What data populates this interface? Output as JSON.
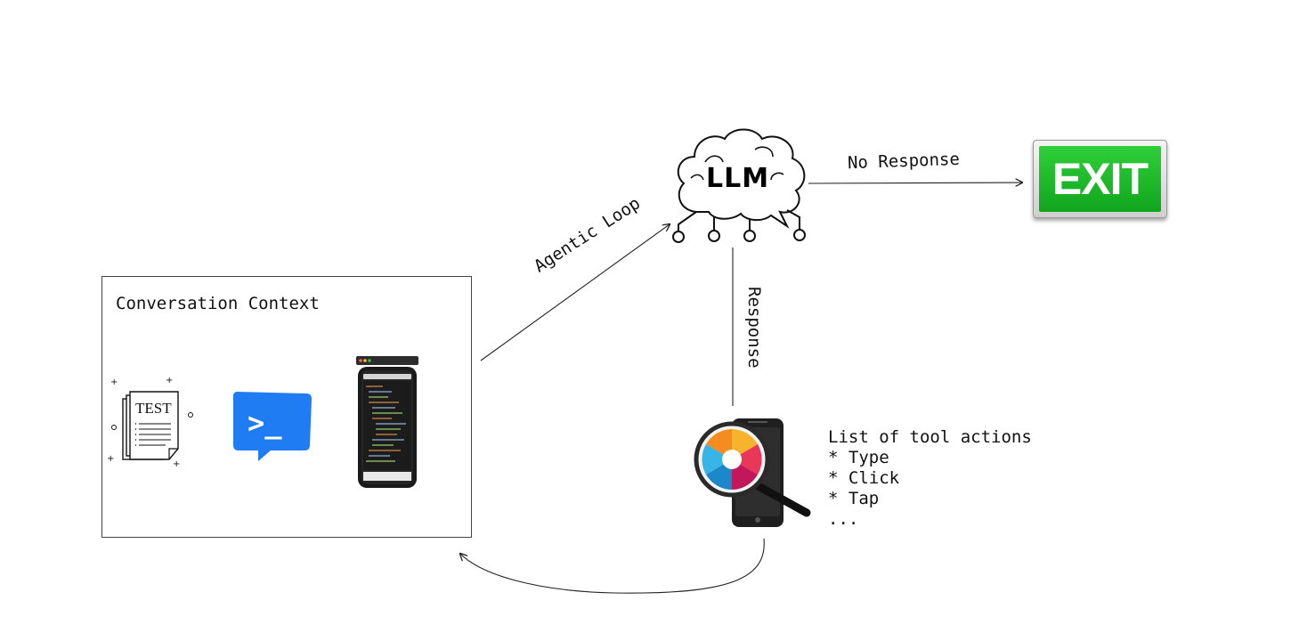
{
  "diagram": {
    "llm": {
      "label": "LLM"
    },
    "exit": {
      "label": "EXIT"
    },
    "edges": {
      "no_response": "No Response",
      "agentic_loop": "Agentic Loop",
      "response": "Response"
    },
    "context": {
      "title": "Conversation Context",
      "test_doc_label": "TEST",
      "terminal_prompt": ">_"
    },
    "tools": {
      "heading": "List of tool actions",
      "items": [
        "* Type",
        "* Click",
        "* Tap",
        "..."
      ]
    }
  }
}
